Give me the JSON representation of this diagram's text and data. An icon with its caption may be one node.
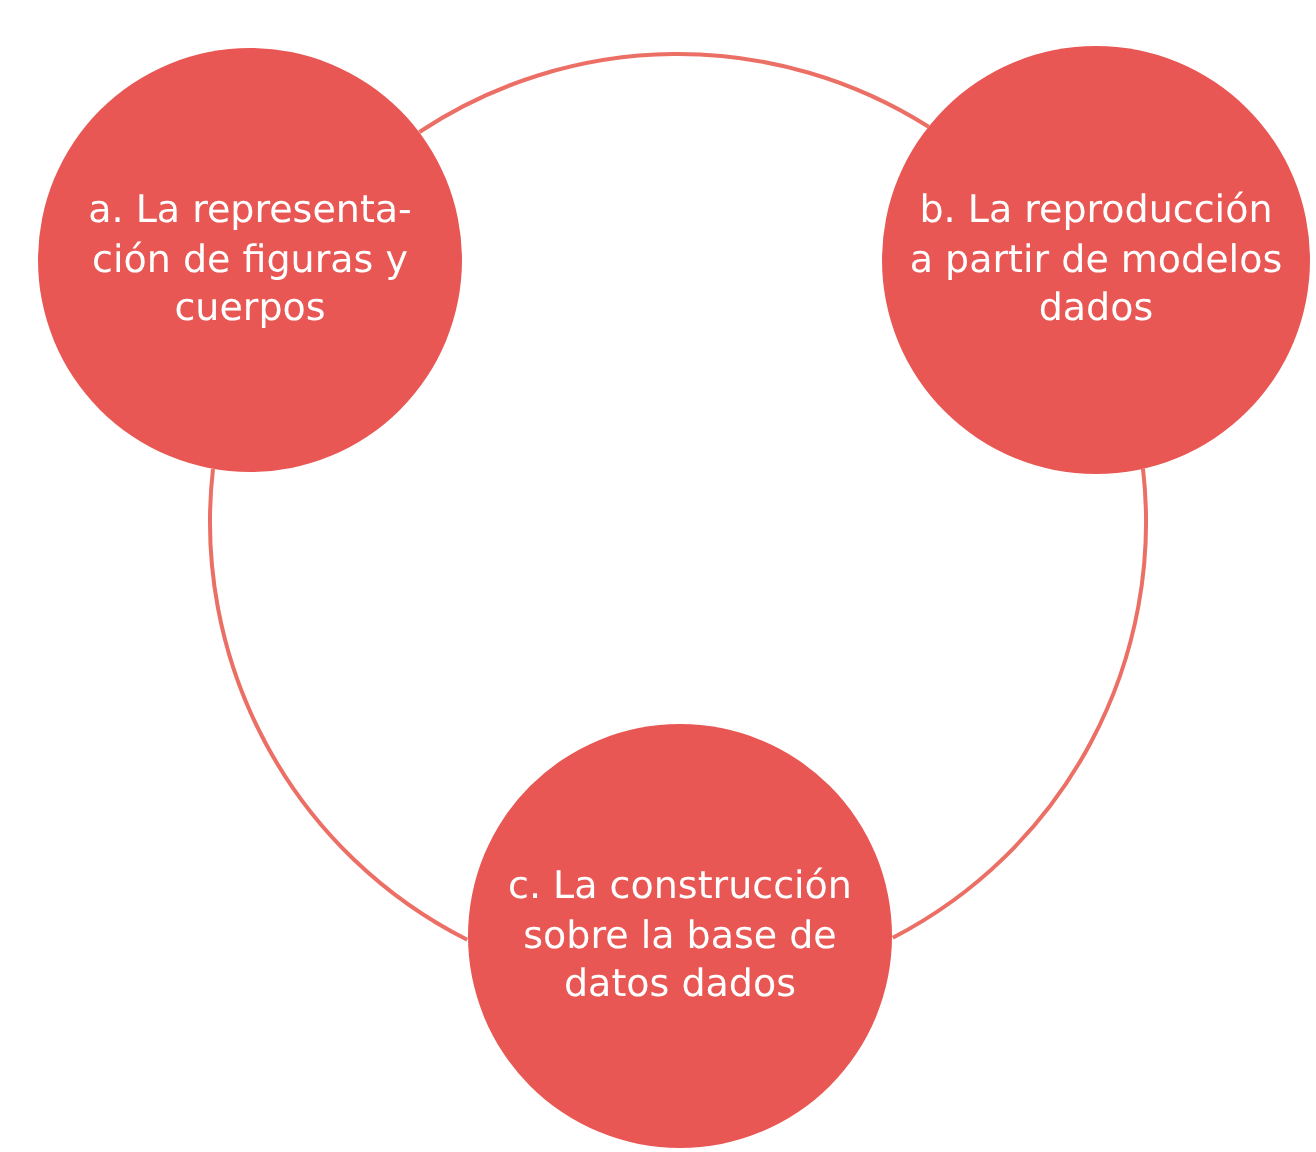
{
  "diagram": {
    "nodes": [
      {
        "text": [
          "a. La representa- ción de figuras y cuerpos"
        ]
      },
      {
        "text": [
          "b. La reproducción a partir de modelos dados"
        ]
      },
      {
        "text": [
          "c. La construcción sobre la base de datos dados"
        ]
      }
    ],
    "edges": [
      {
        "from": 0,
        "to": 1,
        "arrow": "none"
      },
      {
        "from": 1,
        "to": 2,
        "arrow": "none"
      },
      {
        "from": 2,
        "to": 0,
        "arrow": "none"
      }
    ]
  }
}
